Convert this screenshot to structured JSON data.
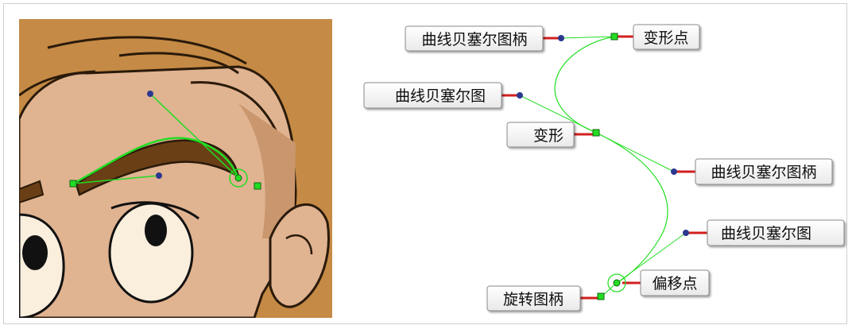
{
  "illustration": {
    "subject": "cartoon character face close-up with eyebrow deformer",
    "colors": {
      "hair": "#c58a45",
      "hair_outline": "#2a1a0a",
      "skin": "#e0b391",
      "skin_shadow": "#c9966d",
      "eyebrow": "#6a3f16",
      "eye_white": "#faeedd",
      "deformer": "#22dd22",
      "handle_dot": "#2b3890"
    }
  },
  "diagram": {
    "curve_color": "#22dd22",
    "leader_color": "#d21f1f",
    "handle_color": "#2b3890",
    "point_color": "#22dd22",
    "labels": {
      "bezier_handle_top": "曲线贝塞尔图柄",
      "deform_point": "变形点",
      "bezier_curve_left": "曲线贝塞尔图",
      "deformation": "变形",
      "bezier_handle_right": "曲线贝塞尔图柄",
      "bezier_curve_right": "曲线贝塞尔图",
      "offset_point": "偏移点",
      "rotation_handle": "旋转图柄"
    }
  }
}
